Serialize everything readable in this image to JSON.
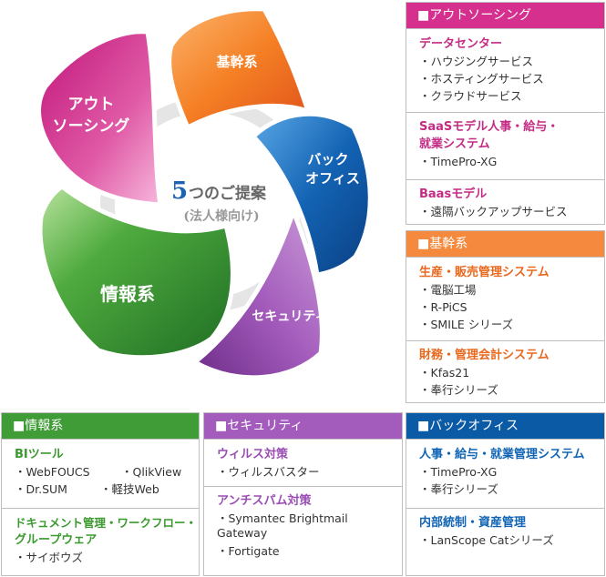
{
  "colors": {
    "outsourcing": "#d6308f",
    "kikan": "#f26d22",
    "backoffice": "#0a5aa6",
    "security": "#9b4fb0",
    "joho": "#3f9c37",
    "ring": "#e3e3e3"
  },
  "diagram": {
    "center_title_num": "5",
    "center_title_rest": "つのご提案",
    "center_sub": "(法人様向け)",
    "seg_outsourcing_l1": "アウト",
    "seg_outsourcing_l2": "ソーシング",
    "seg_kikan": "基幹系",
    "seg_backoffice_l1": "バック",
    "seg_backoffice_l2": "オフィス",
    "seg_security": "セキュリティ",
    "seg_joho": "情報系"
  },
  "outsourcing": {
    "title": "■アウトソーシング",
    "s1": {
      "title": "データセンター",
      "items": [
        "・ハウジングサービス",
        "・ホスティングサービス",
        "・クラウドサービス"
      ]
    },
    "s2": {
      "title_l1": "SaaSモデル人事・給与・",
      "title_l2": "就業システム",
      "items": [
        "・TimePro-XG"
      ]
    },
    "s3": {
      "title": "Baasモデル",
      "items": [
        "・遠隔バックアップサービス"
      ]
    }
  },
  "kikan": {
    "title": "■基幹系",
    "s1": {
      "title": "生産・販売管理システム",
      "items": [
        "・電脳工場",
        "・R-PiCS",
        "・SMILE シリーズ"
      ]
    },
    "s2": {
      "title": "財務・管理会計システム",
      "items": [
        "・Kfas21",
        "・奉行シリーズ"
      ]
    }
  },
  "joho": {
    "title": "■情報系",
    "s1": {
      "title": "BIツール",
      "items": [
        "・WebFOUCS",
        "・QlikView",
        "・Dr.SUM",
        "・軽技Web"
      ]
    },
    "s2": {
      "title_l1": "ドキュメント管理・ワークフロー・",
      "title_l2": "グループウェア",
      "items": [
        "・サイボウズ"
      ]
    }
  },
  "security": {
    "title": "■セキュリティ",
    "s1": {
      "title": "ウィルス対策",
      "items": [
        "・ウィルスバスター"
      ]
    },
    "s2": {
      "title": "アンチスパム対策",
      "items": [
        "・Symantec Brightmail Gateway",
        "・Fortigate"
      ]
    }
  },
  "backoffice": {
    "title": "■バックオフィス",
    "s1": {
      "title": "人事・給与・就業管理システム",
      "items": [
        "・TimePro-XG",
        "・奉行シリーズ"
      ]
    },
    "s2": {
      "title": "内部統制・資産管理",
      "items": [
        "・LanScope Catシリーズ"
      ]
    }
  }
}
